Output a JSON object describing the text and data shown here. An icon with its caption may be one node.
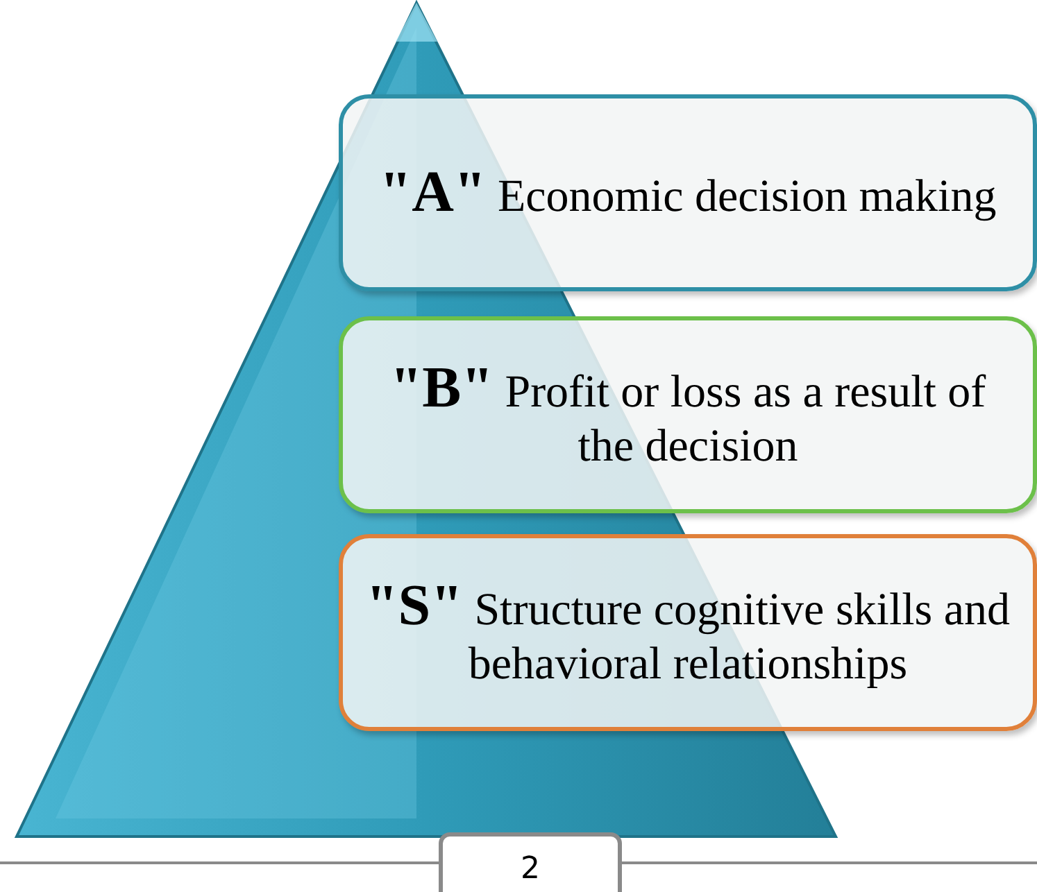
{
  "diagram": {
    "nodes": [
      {
        "text": [
          "**\"A\"** Economic decision making"
        ]
      },
      {
        "text": [
          "**\"B\"** Profit or loss as a result of the decision"
        ]
      },
      {
        "text": [
          "**\"S\"** Structure cognitive skills and behavioral relationships"
        ]
      },
      {
        "text": [
          "2"
        ]
      }
    ]
  }
}
